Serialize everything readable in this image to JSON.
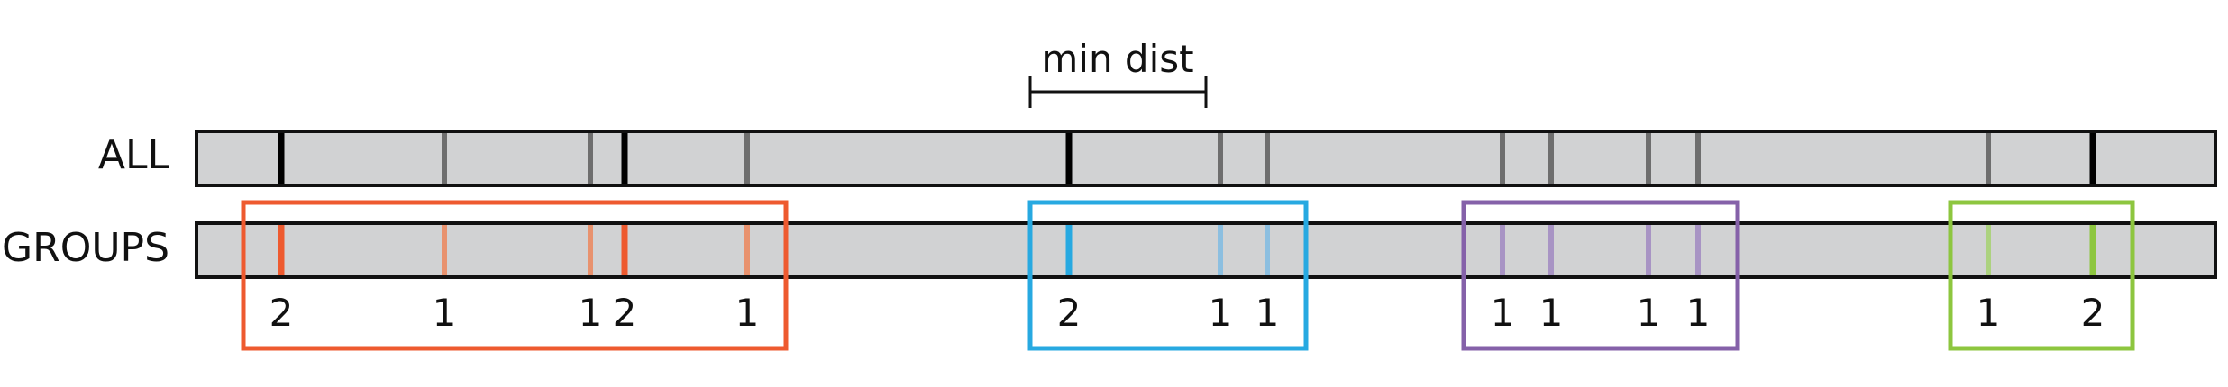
{
  "scale_bar": {
    "label": "min dist",
    "color": "#111111"
  },
  "rows": {
    "all": {
      "label": "ALL"
    },
    "groups": {
      "label": "GROUPS"
    }
  },
  "colors": {
    "track_fill": "#d1d2d3",
    "track_border": "#111111",
    "marker_weight_1": "#6e6e6e",
    "marker_weight_2": "#000000"
  },
  "groups": [
    {
      "name": "orange",
      "color": "#ee5a2f",
      "light": "#e8926e",
      "markers": [
        {
          "weight": 2,
          "label": "2"
        },
        {
          "weight": 1,
          "label": "1"
        },
        {
          "weight": 1,
          "label": "1"
        },
        {
          "weight": 2,
          "label": "2"
        },
        {
          "weight": 1,
          "label": "1"
        }
      ]
    },
    {
      "name": "blue",
      "color": "#27a9e1",
      "light": "#8cbfe0",
      "markers": [
        {
          "weight": 2,
          "label": "2"
        },
        {
          "weight": 1,
          "label": "1"
        },
        {
          "weight": 1,
          "label": "1"
        }
      ]
    },
    {
      "name": "purple",
      "color": "#8561a9",
      "light": "#a894c4",
      "markers": [
        {
          "weight": 1,
          "label": "1"
        },
        {
          "weight": 1,
          "label": "1"
        },
        {
          "weight": 1,
          "label": "1"
        },
        {
          "weight": 1,
          "label": "1"
        }
      ]
    },
    {
      "name": "green",
      "color": "#8dc63f",
      "light": "#acd27f",
      "markers": [
        {
          "weight": 1,
          "label": "1"
        },
        {
          "weight": 2,
          "label": "2"
        }
      ]
    }
  ]
}
